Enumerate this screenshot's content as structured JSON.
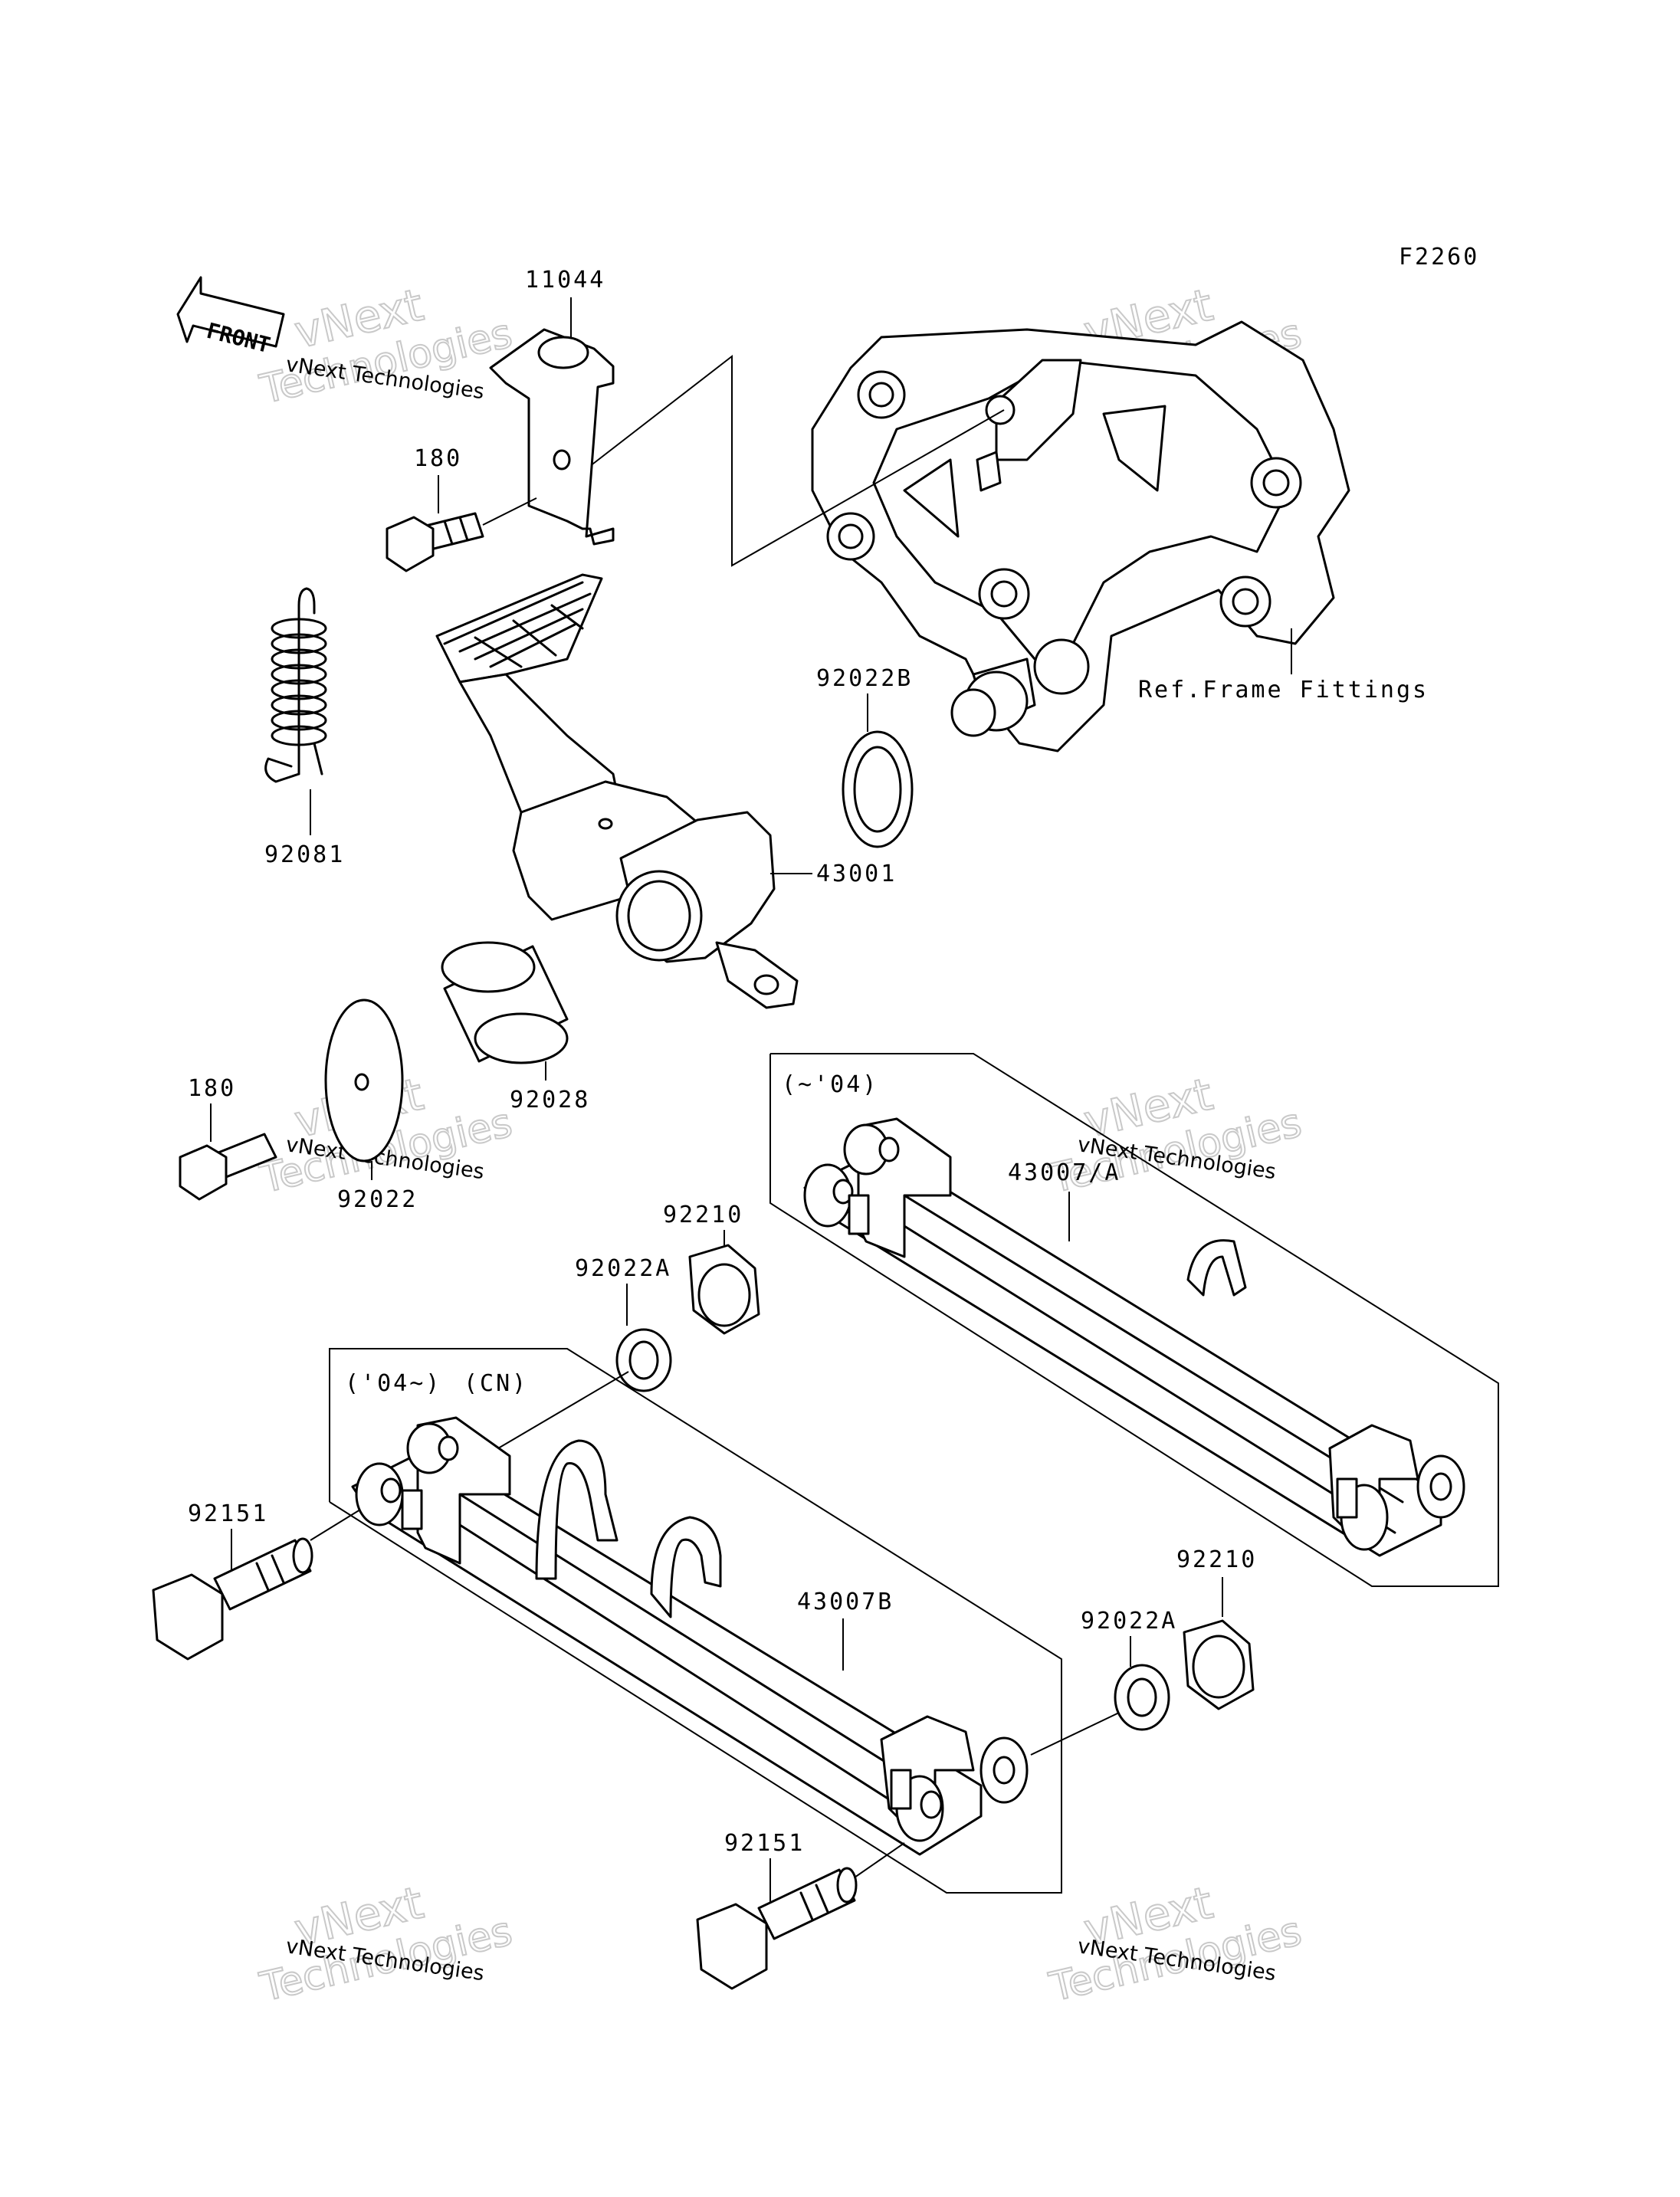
{
  "diagram_id": "F2260",
  "front_arrow_label": "FRONT",
  "ref_note": "Ref.Frame Fittings",
  "variant_labels": {
    "early": "(~'04)",
    "late": "('04~)",
    "market": "(CN)"
  },
  "parts": {
    "bracket": "11044",
    "bolt_top": "180",
    "spring": "92081",
    "washer_b": "92022B",
    "pedal": "43001",
    "collar": "92028",
    "bolt_mid": "180",
    "washer": "92022",
    "nut_upper": "92210",
    "washer_a_upper": "92022A",
    "rod_a": "43007/A",
    "bolt_left": "92151",
    "rod_b": "43007B",
    "nut_lower": "92210",
    "washer_a_lower": "92022A",
    "bolt_bottom": "92151"
  },
  "watermark": {
    "line1": "vNext Technologies",
    "line2": "vNext",
    "line3": "Technologies"
  }
}
